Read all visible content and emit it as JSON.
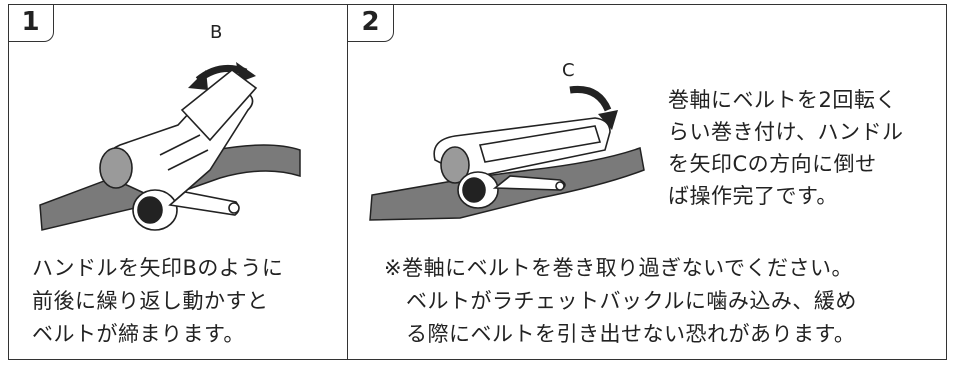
{
  "panels": [
    {
      "step": "1",
      "arrow_label": "B",
      "caption_lines": [
        "ハンドルを矢印Bのように",
        "前後に繰り返し動かすと",
        "ベルトが締まります。"
      ]
    },
    {
      "step": "2",
      "arrow_label": "C",
      "description_lines": [
        "巻軸にベルトを2回転く",
        "らい巻き付け、ハンドル",
        "を矢印Cの方向に倒せ",
        "ば操作完了です。"
      ],
      "warning_lines": [
        "※巻軸にベルトを巻き取り過ぎないでください。",
        "ベルトがラチェットバックルに噛み込み、緩め",
        "る際にベルトを引き出せない恐れがあります。"
      ]
    }
  ]
}
